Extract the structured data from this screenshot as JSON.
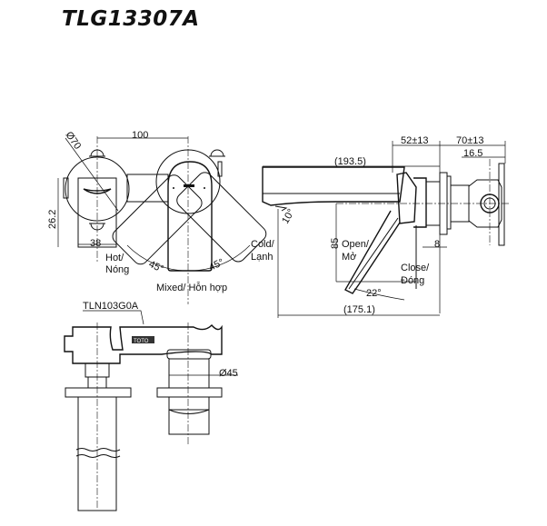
{
  "title": "TLG13307A",
  "top_view": {
    "dim_width": "100",
    "dim_diameter": "Ø70",
    "dim_height": "26.2",
    "dim_base": "38",
    "hot_label": "Hot/",
    "hot_label_vi": "Nóng",
    "cold_label": "Cold/",
    "cold_label_vi": "Lạnh",
    "angle_left": "45°",
    "angle_right": "45°",
    "mixed_label": "Mixed/ Hỗn hợp"
  },
  "side_view": {
    "dim_wall_depth": "52±13",
    "dim_rough": "70±13",
    "dim_valve": "16.5",
    "dim_spout_length": "(193.5)",
    "dim_spout_angle": "10°",
    "dim_handle_height": "85",
    "open_label": "Open/",
    "open_label_vi": "Mở",
    "close_label": "Close/",
    "close_label_vi": "Đóng",
    "dim_plate": "8",
    "dim_handle_angle": "22°",
    "dim_reach": "(175.1)"
  },
  "front_view": {
    "part_label": "TLN103G0A",
    "logo": "TOTO",
    "dim_diameter": "Ø45"
  }
}
